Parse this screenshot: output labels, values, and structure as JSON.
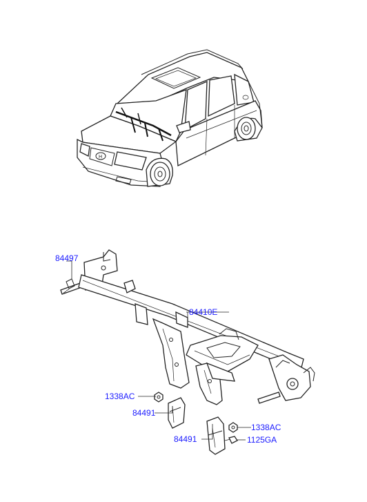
{
  "diagram": {
    "parts": [
      {
        "id": "84497",
        "label": "84497"
      },
      {
        "id": "84410E",
        "label": "84410E"
      },
      {
        "id": "1338AC-left",
        "label": "1338AC"
      },
      {
        "id": "84491-left",
        "label": "84491"
      },
      {
        "id": "1338AC-right",
        "label": "1338AC"
      },
      {
        "id": "84491-right",
        "label": "84491"
      },
      {
        "id": "1125GA",
        "label": "1125GA"
      }
    ]
  }
}
